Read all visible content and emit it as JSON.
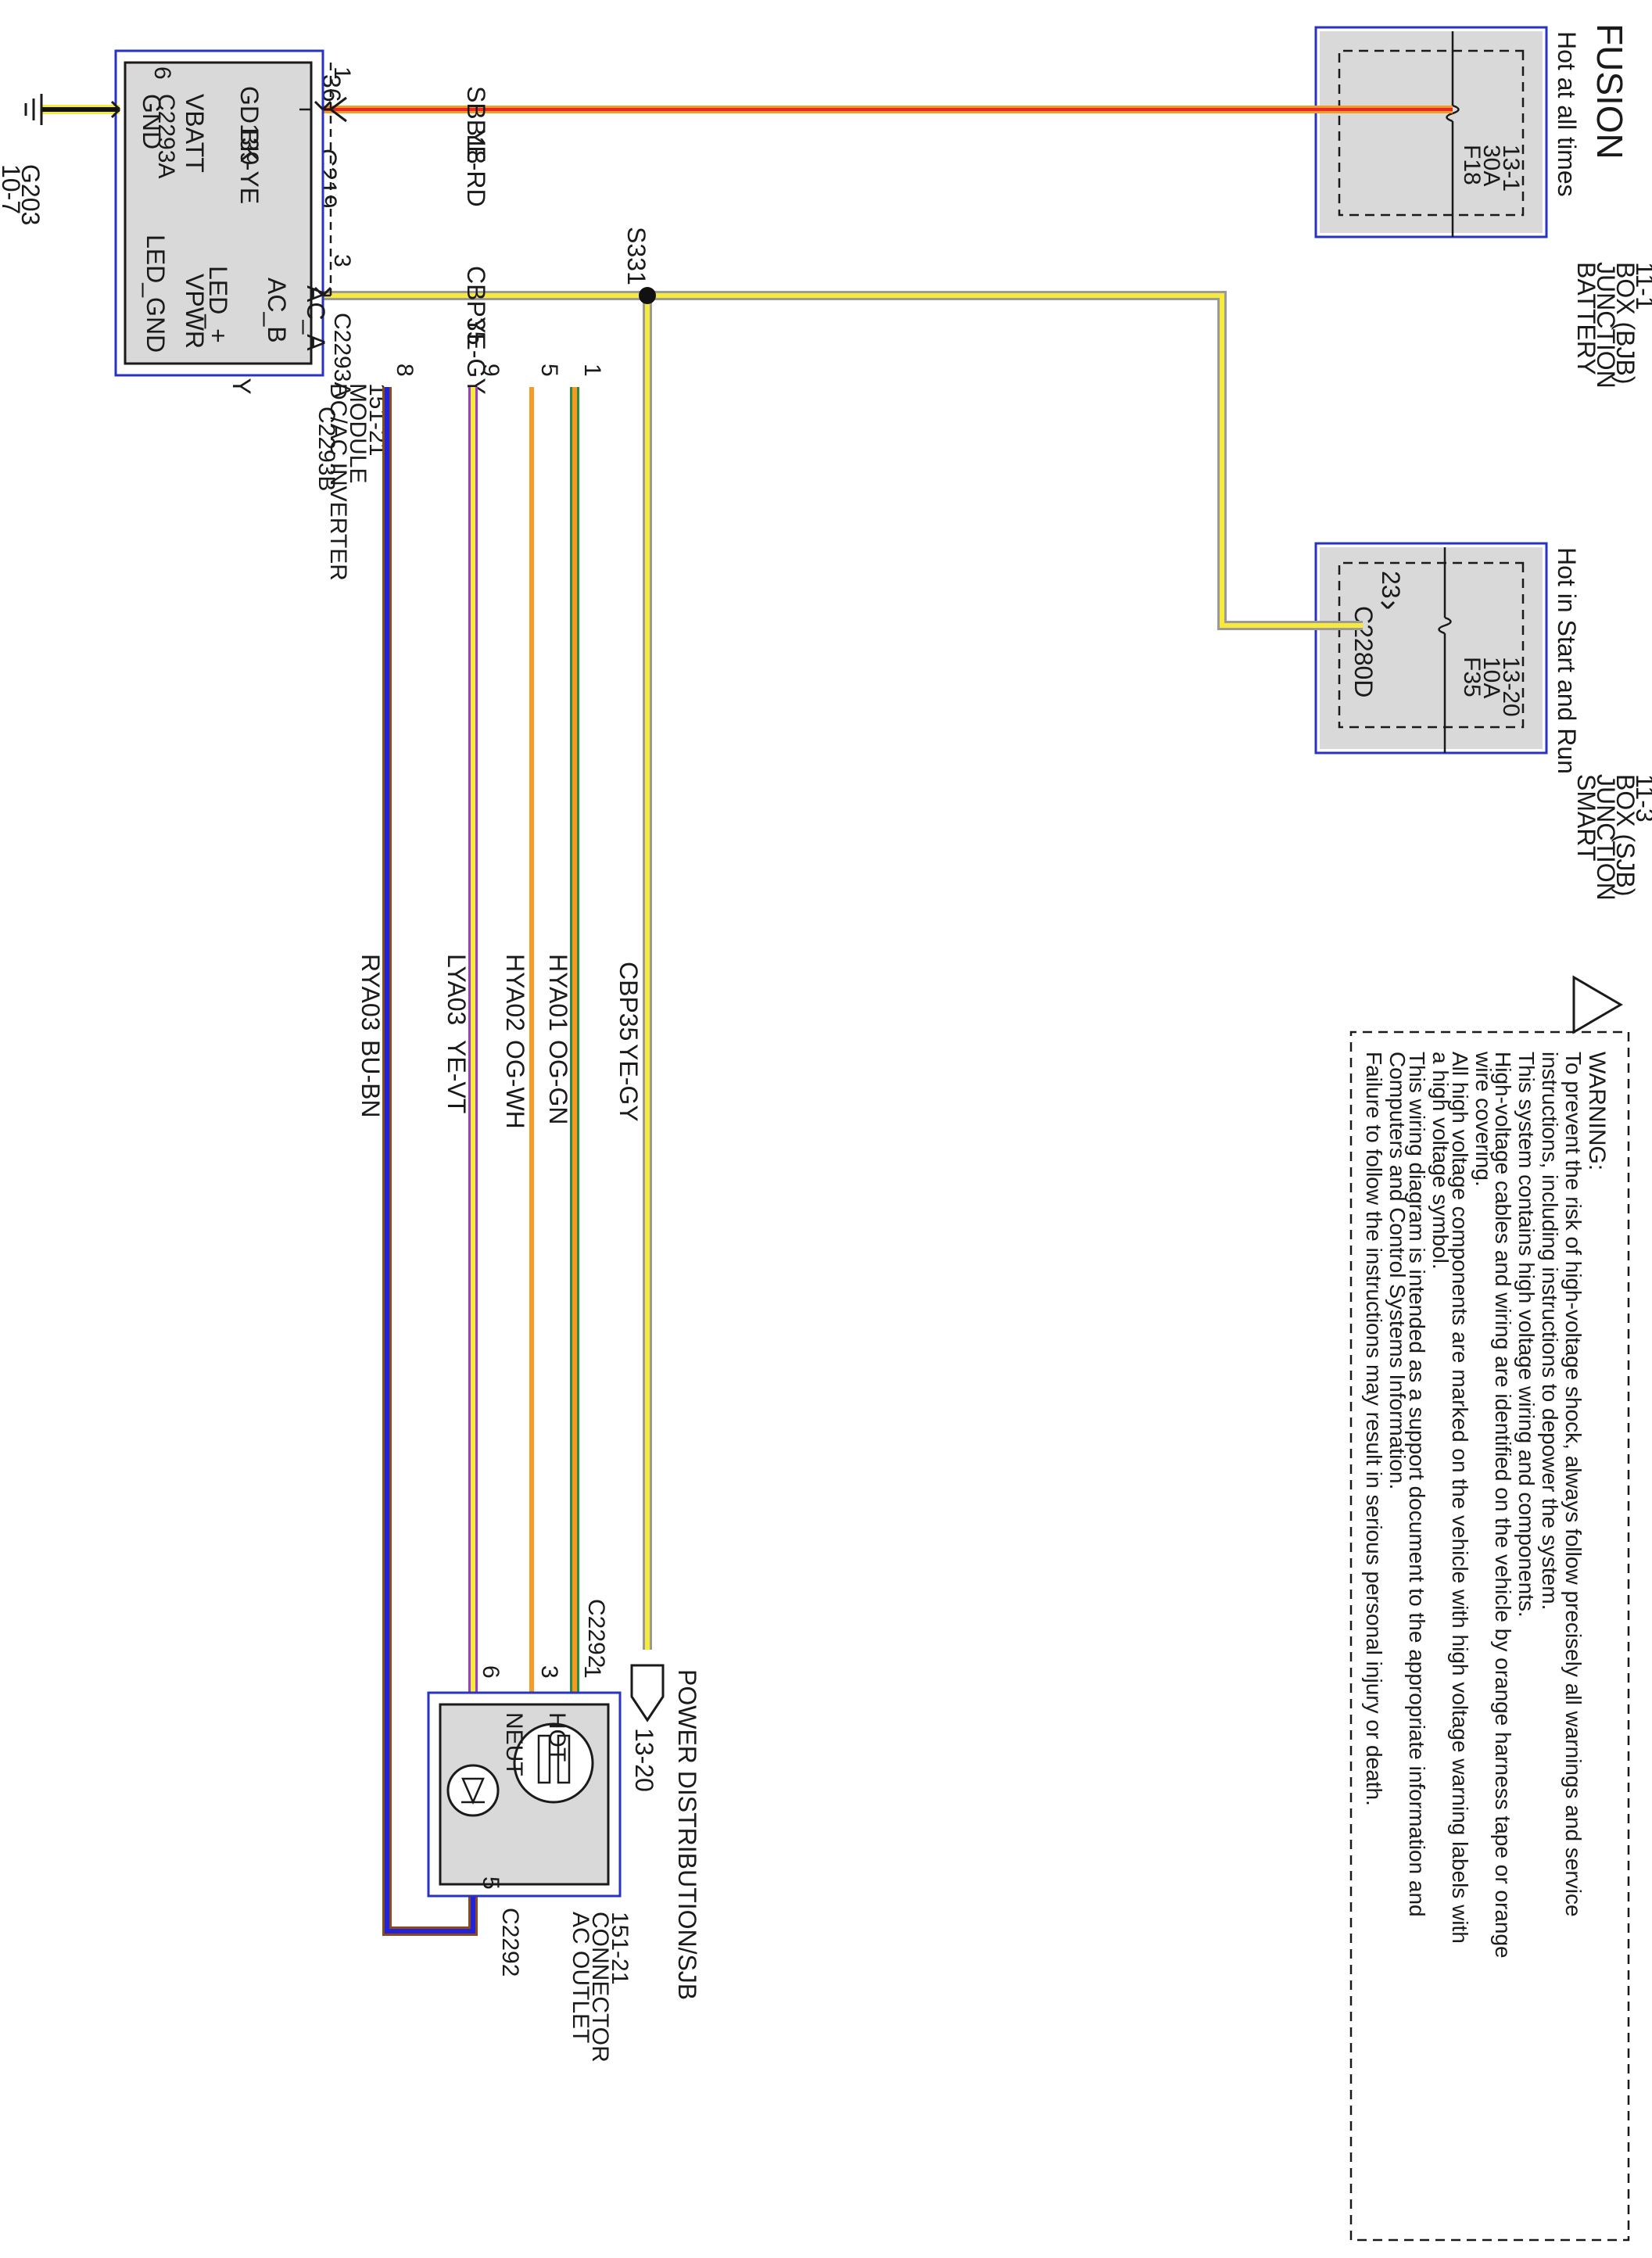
{
  "title": "FUSION",
  "colors": {
    "box_outline": "#2633c4",
    "box_fill": "#d9d9d9",
    "wire_yellow": "#f7ea3a",
    "wire_red": "#e8262a",
    "wire_orange": "#f59b23",
    "wire_gray": "#9a9a9a",
    "wire_green": "#2e8b3e",
    "wire_blue": "#2222d8",
    "wire_brown": "#8b4a1c",
    "wire_violet": "#9b3fc9",
    "wire_white": "#ffffff",
    "wire_black": "#111111"
  },
  "bjb": {
    "caption": "Hot at all times",
    "name_lines": [
      "BATTERY",
      "JUNCTION",
      "BOX (BJB)",
      "11-1"
    ],
    "fuse": {
      "id": "F18",
      "rating": "30A",
      "ref": "13-1"
    }
  },
  "sjb": {
    "caption": "Hot in Start and Run",
    "name_lines": [
      "SMART",
      "JUNCTION",
      "BOX (SJB)",
      "11-3"
    ],
    "fuse": {
      "id": "F35",
      "rating": "10A",
      "ref": "13-20"
    },
    "connector": "C2280D",
    "pin": "23"
  },
  "inverter": {
    "name_lines": [
      "DC/AC INVERTER",
      "MODULE",
      "151-21"
    ],
    "pins": {
      "gnd": "GND",
      "vbatt": "VBATT",
      "vpwr": "VPWR",
      "led_gnd": "LED_GND",
      "led_plus": "LED_+",
      "ac_b": "AC_B",
      "ac_a": "AC_A"
    },
    "connector_a": "C2293A",
    "connector_b": "C2293B"
  },
  "outlet": {
    "name_lines": [
      "AC OUTLET",
      "CONNECTOR",
      "151-21"
    ],
    "hot": "HOT",
    "neut": "NEUT",
    "connector": "C2292"
  },
  "ground": {
    "id": "G203",
    "ref": "10-7"
  },
  "splice": "S331",
  "inline_connector": {
    "id": "C219",
    "pin": "36"
  },
  "power_dist": {
    "label": "POWER DISTRIBUTION/SJB",
    "ref": "13-20"
  },
  "circuits": {
    "gd139": {
      "id": "GD139",
      "color": "BK-YE",
      "pin": "6"
    },
    "sbb18": {
      "id": "SBB18",
      "color": "YE-RD",
      "pin": "1"
    },
    "cbp35": {
      "id": "CBP35",
      "color": "YE-GY",
      "pin": "3"
    },
    "rya03": {
      "id": "RYA03",
      "color": "BU-BN",
      "pin_inv": "8",
      "pin_out": "5"
    },
    "lya03": {
      "id": "LYA03",
      "color": "YE-VT",
      "pin_inv": "9",
      "pin_out": "6"
    },
    "hya02": {
      "id": "HYA02",
      "color": "OG-WH",
      "pin_inv": "5",
      "pin_out": "3"
    },
    "hya01": {
      "id": "HYA01",
      "color": "OG-GN",
      "pin_inv": "1",
      "pin_out": "1"
    }
  },
  "warning": {
    "heading": "WARNING:",
    "lines": [
      "To prevent the risk of high-voltage shock, always follow precisely all warnings and service",
      "instructions, including instructions to depower the system.",
      "This system contains high voltage wiring and components.",
      "High-voltage cables and wiring are identified on the vehicle by orange harness tape or orange",
      "wire covering.",
      "All high voltage components are marked on the vehicle with high voltage warning labels with",
      "a high voltage symbol.",
      "This wiring diagram is intended as a support document to the appropriate information and",
      "Computers and Control Systems Information.",
      "Failure to follow the instructions may result in serious personal injury or death."
    ]
  }
}
